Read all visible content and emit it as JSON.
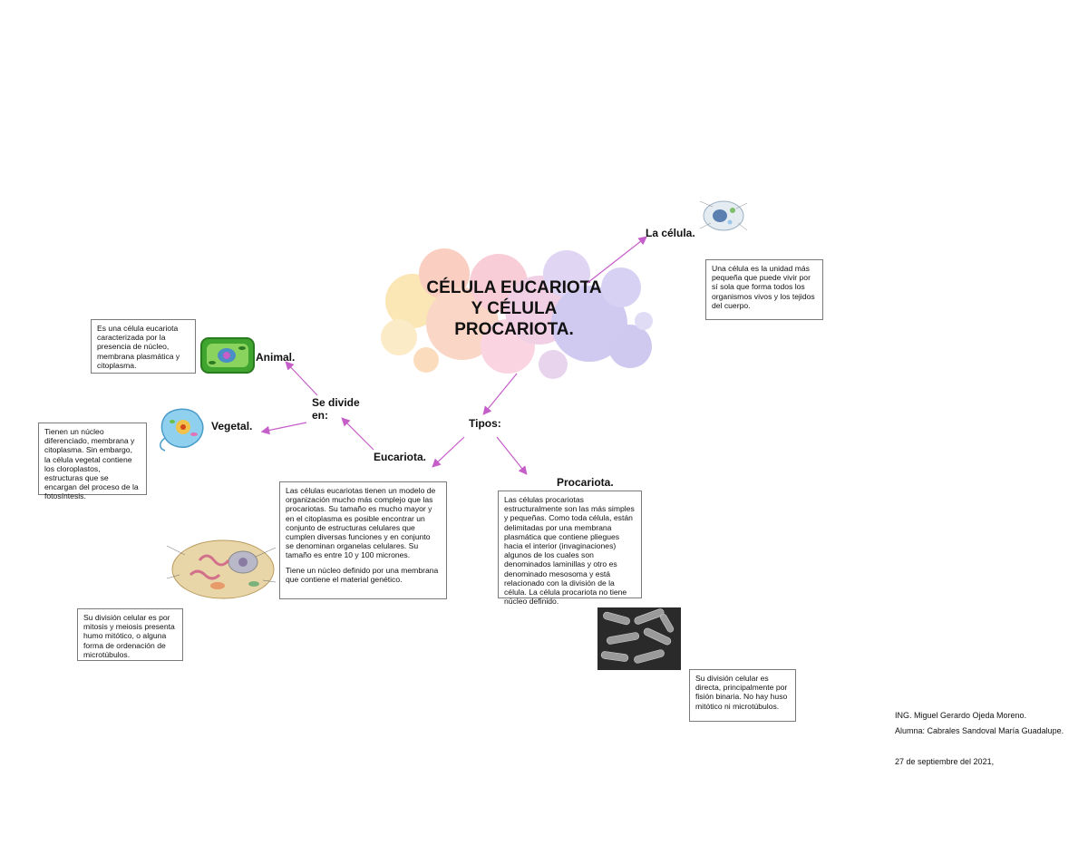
{
  "title": {
    "line1": "CÉLULA EUCARIOTA",
    "line2": "Y CÉLULA",
    "line3": "PROCARIOTA."
  },
  "nodes": {
    "la_celula": "La célula.",
    "tipos": "Tipos:",
    "eucariota": "Eucariota.",
    "procariota": "Procariota.",
    "se_divide": "Se divide en:",
    "animal": "Animal.",
    "vegetal": "Vegetal."
  },
  "boxes": {
    "la_celula_desc": "Una célula es la unidad más pequeña que puede vivir por sí sola que forma todos los organismos vivos y los tejidos del cuerpo.",
    "animal_desc": "Es una célula eucariota caracterizada por la presencia de núcleo, membrana plasmática y citoplasma.",
    "vegetal_desc": "Tienen un núcleo diferenciado, membrana y citoplasma. Sin embargo, la célula vegetal contiene los cloroplastos, estructuras que se encargan del proceso de la fotosíntesis.",
    "eucariota_desc_1": "Las células eucariotas tienen un modelo de organización mucho más complejo que las procariotas. Su tamaño es mucho mayor y en el citoplasma es posible encontrar un conjunto de estructuras celulares que cumplen diversas funciones y en conjunto se denominan organelas celulares. Su tamaño es entre 10 y 100 micrones.",
    "eucariota_desc_2": "Tiene un núcleo definido por una membrana que contiene el material genético.",
    "procariota_desc": "Las células procariotas estructuralmente son las más simples y pequeñas. Como toda célula, están delimitadas por una membrana plasmática que contiene pliegues hacia el interior (invaginaciones) algunos de los cuales son denominados laminillas y otro es denominado mesosoma y está relacionado con la división de la célula. La célula procariota no tiene núcleo definido.",
    "eucariota_division": "Su división celular es por mitosis y meiosis presenta humo mitótico, o alguna forma de ordenación de microtúbulos.",
    "procariota_division": "Su división celular es directa, principalmente por fisión binaria. No hay huso mitótico ni microtúbulos."
  },
  "credits": {
    "teacher": "ING. Miguel Gerardo Ojeda Moreno.",
    "student": "Alumna: Cabrales Sandoval María Guadalupe.",
    "date": "27 de septiembre del 2021,"
  },
  "colors": {
    "arrow": "#c65ec9",
    "box_border": "#7a7a7a"
  }
}
